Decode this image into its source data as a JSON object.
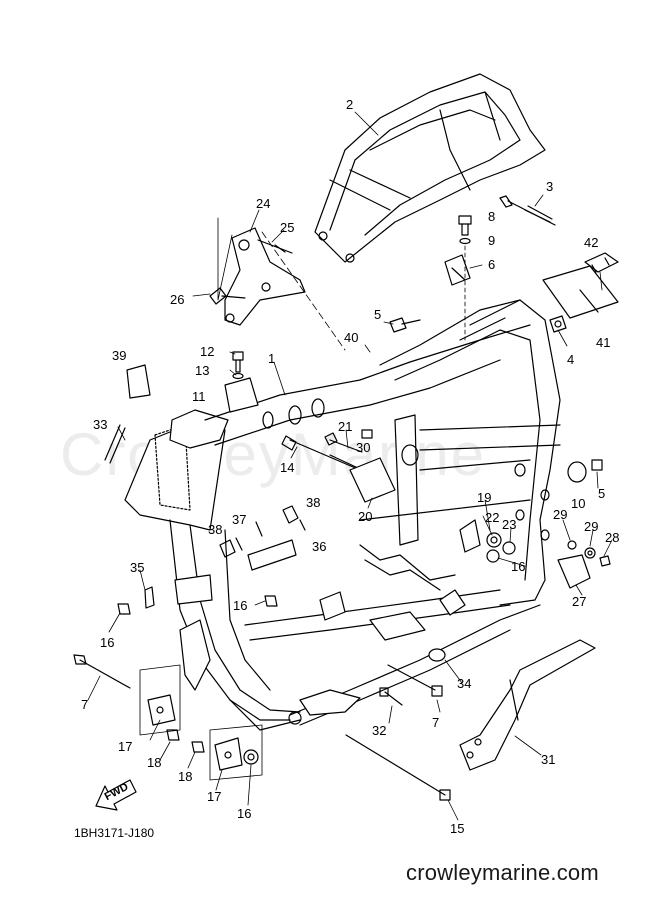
{
  "watermark": "CrowleyMarine",
  "fwd_label": "FWD",
  "part_code": "1BH3171-J180",
  "footer": "crowleymarine.com",
  "callouts": [
    {
      "id": "c1",
      "text": "1"
    },
    {
      "id": "c2",
      "text": "2"
    },
    {
      "id": "c3",
      "text": "3"
    },
    {
      "id": "c4",
      "text": "4"
    },
    {
      "id": "c5a",
      "text": "5"
    },
    {
      "id": "c5b",
      "text": "5"
    },
    {
      "id": "c6",
      "text": "6"
    },
    {
      "id": "c7a",
      "text": "7"
    },
    {
      "id": "c7b",
      "text": "7"
    },
    {
      "id": "c8",
      "text": "8"
    },
    {
      "id": "c9",
      "text": "9"
    },
    {
      "id": "c10",
      "text": "10"
    },
    {
      "id": "c11",
      "text": "11"
    },
    {
      "id": "c12",
      "text": "12"
    },
    {
      "id": "c13",
      "text": "13"
    },
    {
      "id": "c14",
      "text": "14"
    },
    {
      "id": "c15",
      "text": "15"
    },
    {
      "id": "c16a",
      "text": "16"
    },
    {
      "id": "c16b",
      "text": "16"
    },
    {
      "id": "c16c",
      "text": "16"
    },
    {
      "id": "c16d",
      "text": "16"
    },
    {
      "id": "c17a",
      "text": "17"
    },
    {
      "id": "c17b",
      "text": "17"
    },
    {
      "id": "c18a",
      "text": "18"
    },
    {
      "id": "c18b",
      "text": "18"
    },
    {
      "id": "c19",
      "text": "19"
    },
    {
      "id": "c20",
      "text": "20"
    },
    {
      "id": "c21",
      "text": "21"
    },
    {
      "id": "c22",
      "text": "22"
    },
    {
      "id": "c23",
      "text": "23"
    },
    {
      "id": "c24",
      "text": "24"
    },
    {
      "id": "c25",
      "text": "25"
    },
    {
      "id": "c26",
      "text": "26"
    },
    {
      "id": "c27",
      "text": "27"
    },
    {
      "id": "c28",
      "text": "28"
    },
    {
      "id": "c29a",
      "text": "29"
    },
    {
      "id": "c29b",
      "text": "29"
    },
    {
      "id": "c30",
      "text": "30"
    },
    {
      "id": "c31",
      "text": "31"
    },
    {
      "id": "c32",
      "text": "32"
    },
    {
      "id": "c33",
      "text": "33"
    },
    {
      "id": "c34",
      "text": "34"
    },
    {
      "id": "c35",
      "text": "35"
    },
    {
      "id": "c36",
      "text": "36"
    },
    {
      "id": "c37",
      "text": "37"
    },
    {
      "id": "c38a",
      "text": "38"
    },
    {
      "id": "c38b",
      "text": "38"
    },
    {
      "id": "c39",
      "text": "39"
    },
    {
      "id": "c40",
      "text": "40"
    },
    {
      "id": "c41",
      "text": "41"
    },
    {
      "id": "c42",
      "text": "42"
    }
  ]
}
